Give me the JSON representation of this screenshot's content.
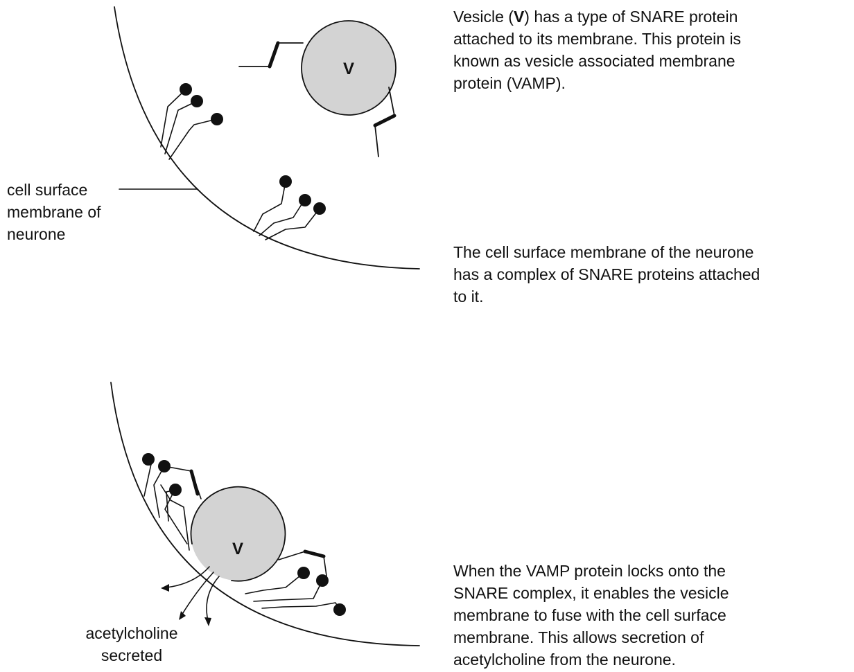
{
  "figure_top": {
    "description_lines": [
      "Vesicle (",
      "V",
      ") has a type of SNARE protein",
      "attached to its membrane. This protein is",
      "known as vesicle associated membrane",
      "protein (VAMP)."
    ],
    "membrane_caption_lines": [
      "The cell surface membrane of the neurone",
      "has a complex of SNARE proteins attached",
      "to it."
    ],
    "vesicle_label": "V",
    "membrane_label_lines": [
      "cell surface",
      "membrane of",
      "neurone"
    ]
  },
  "figure_bottom": {
    "vesicle_label": "V",
    "secretion_label_lines": [
      "acetylcholine",
      "secreted"
    ],
    "description_lines": [
      "When the VAMP protein locks onto the",
      "SNARE complex, it enables the vesicle",
      "membrane to fuse with the cell surface",
      "membrane. This allows secretion of",
      "acetylcholine from the neurone."
    ]
  },
  "colors": {
    "vesicle_fill": "#d3d3d3",
    "stroke": "#111111",
    "background": "#ffffff"
  }
}
